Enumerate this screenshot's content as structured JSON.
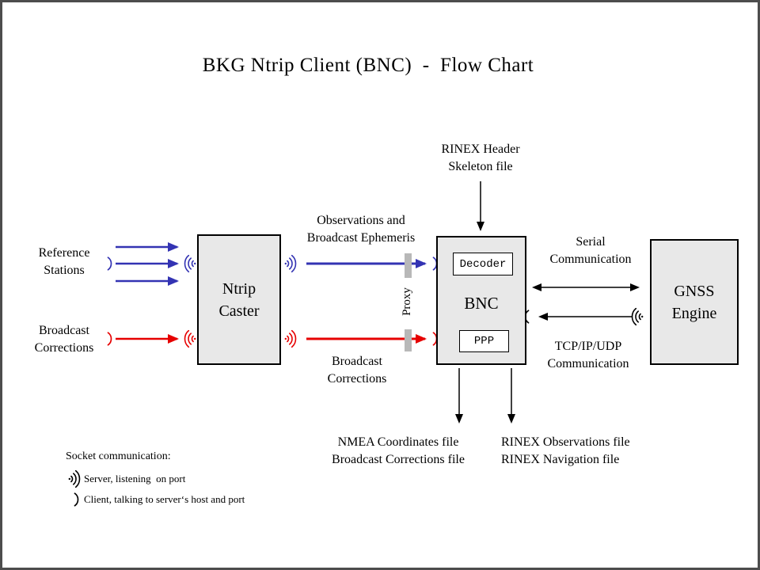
{
  "title": "BKG Ntrip Client (BNC)  -  Flow Chart",
  "colors": {
    "blue_flow": "#3333b3",
    "red_flow": "#e60000",
    "box_fill": "#e8e8e8",
    "proxy_bar": "#b8b8b8",
    "frame_border": "#4d4d4d"
  },
  "boxes": {
    "ntrip_caster": {
      "line1": "Ntrip",
      "line2": "Caster"
    },
    "bnc": {
      "label": "BNC",
      "decoder": "Decoder",
      "ppp": "PPP"
    },
    "gnss_engine": {
      "line1": "GNSS",
      "line2": "Engine"
    }
  },
  "labels": {
    "reference_stations": {
      "line1": "Reference",
      "line2": "Stations"
    },
    "broadcast_corrections_left": {
      "line1": "Broadcast",
      "line2": "Corrections"
    },
    "observations_ephemeris": {
      "line1": "Observations and",
      "line2": "Broadcast Ephemeris"
    },
    "broadcast_corrections_mid": {
      "line1": "Broadcast",
      "line2": "Corrections"
    },
    "rinex_header": {
      "line1": "RINEX Header",
      "line2": "Skeleton file"
    },
    "serial_comm": {
      "line1": "Serial",
      "line2": "Communication"
    },
    "tcpip_comm": {
      "line1": "TCP/IP/UDP",
      "line2": "Communication"
    },
    "proxy": "Proxy",
    "nmea_files": {
      "line1": "NMEA Coordinates file",
      "line2": "Broadcast Corrections file"
    },
    "rinex_files": {
      "line1": "RINEX Observations file",
      "line2": "RINEX Navigation file"
    }
  },
  "legend": {
    "heading": "Socket communication:",
    "server": "Server, listening  on port",
    "client": "Client, talking to server‘s host and port",
    "server_symbol": "server-waves-icon",
    "client_symbol": "client-arc-icon"
  }
}
